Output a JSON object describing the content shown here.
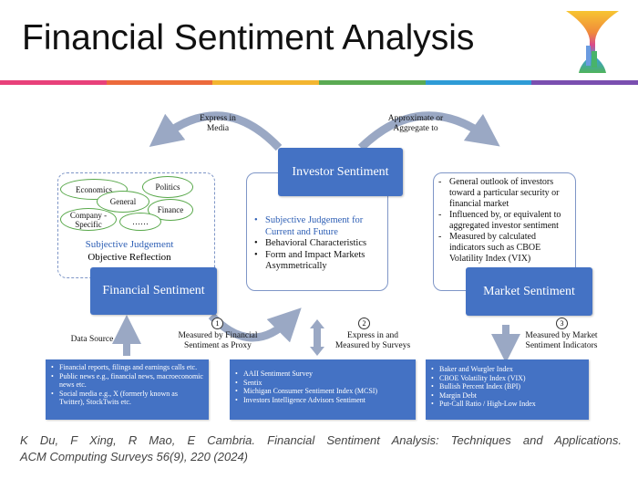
{
  "title": "Financial Sentiment Analysis",
  "colors": {
    "rainbow": [
      "#e8417a",
      "#ec6a3c",
      "#f3b530",
      "#5aaa52",
      "#2e9bd6",
      "#7a4fb0"
    ],
    "node_fill": "#4472c4",
    "ellipse_border": "#58a84a",
    "arrow": "#9aa8c4"
  },
  "logo": {
    "icon": "funnel-logo-icon"
  },
  "investor": {
    "label": "Investor Sentiment",
    "bullets": [
      "Subjective Judgement for Current and Future",
      "Behavioral Characteristics",
      "Form and Impact Markets Asymmetrically"
    ]
  },
  "financial": {
    "label": "Financial Sentiment",
    "ellipses": [
      "Economics",
      "Politics",
      "General",
      "Finance",
      "Company -Specific",
      "……"
    ],
    "subjective": "Subjective Judgement",
    "objective": "Objective Reflection"
  },
  "market": {
    "label": "Market Sentiment",
    "bullets": [
      "General outlook of investors toward a particular security or financial market",
      "Influenced by, or equivalent to aggregated investor sentiment",
      "Measured by calculated indicators such as CBOE Volatility Index (VIX)"
    ]
  },
  "arcs": {
    "left": "Express in Media",
    "right": "Approximate or Aggregate to"
  },
  "data_source_label": "Data Source",
  "measures": [
    {
      "num": "1",
      "text": "Measured by Financial Sentiment as Proxy"
    },
    {
      "num": "2",
      "text": "Express in and Measured by Surveys"
    },
    {
      "num": "3",
      "text": "Measured by Market Sentiment Indicators"
    }
  ],
  "sources": {
    "financial": [
      "Financial reports, filings and earnings calls etc.",
      "Public news e.g., financial news, macroeconomic news etc.",
      "Social media e.g., X (formerly known as Twitter), StockTwits etc."
    ],
    "surveys": [
      "AAII Sentiment Survey",
      "Sentix",
      "Michigan Consumer Sentiment Index (MCSI)",
      "Investors Intelligence Advisors Sentiment"
    ],
    "indicators": [
      "Baker and Wurgler Index",
      "CBOE Volatility Index (VIX)",
      "Bullish Percent Index (BPI)",
      "Margin Debt",
      "Put-Call Ratio / High-Low Index"
    ]
  },
  "citation": {
    "line1": "K Du, F Xing, R Mao, E Cambria. Financial Sentiment Analysis: Techniques and Applications.",
    "line2": "ACM Computing Surveys 56(9), 220 (2024)"
  }
}
